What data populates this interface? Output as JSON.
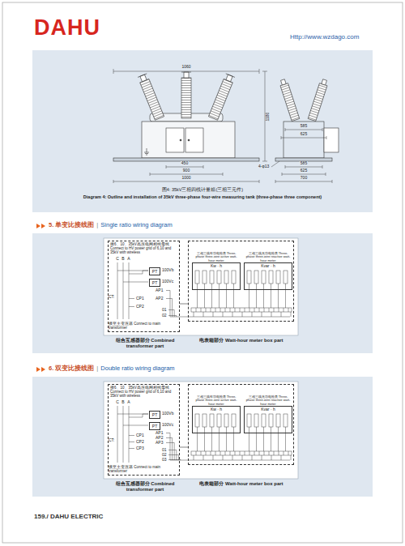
{
  "diagram": {
    "caption": "Diagram 4: Outline and installation of 35kV three-phase four-wire measuring tank (three-phase three component)",
    "nodes": [
      {
        "text": [
          "接6、10、35kV高压电网相线母线 Connect to HV power grid of 6,10 and 35kV with wireless",
          "组合互感器部分 Combined transformer part"
        ]
      },
      {
        "text": [
          "电表箱部分 Watt-hour meter box part"
        ]
      },
      {
        "text": [
          "三相三线有功电能表 Three-phase three-wire active watt-hour meter",
          "Kw · h"
        ],
        "in": 1
      },
      {
        "text": [
          "三相三线无功电能表 Three-phase three-wire reactive watt-hour meter",
          "Kvar · h"
        ],
        "in": 1
      },
      {
        "text": [
          "PT"
        ],
        "in": 0
      },
      {
        "text": [
          "PT"
        ],
        "in": 0
      },
      {
        "text": [
          "接6、10、35kV高压电网相线母线 Connect to HV power grid of 6,10 and 35kV with wireless",
          "组合互感器部分 Combined transformer part"
        ]
      },
      {
        "text": [
          "电表箱部分 Watt-hour meter box part"
        ]
      },
      {
        "text": [
          "三相三线有功电能表 Three-phase three-wire active watt-hour meter",
          "Kw · h"
        ],
        "in": 7
      },
      {
        "text": [
          "三相三线无功电能表 Three-phase three-wire reactive watt-hour meter",
          "Kvar · h"
        ],
        "in": 7
      },
      {
        "text": [
          "PT"
        ],
        "in": 6
      },
      {
        "text": [
          "PT"
        ],
        "in": 6
      }
    ],
    "edges": [
      {
        "from": 0,
        "to": 1,
        "arrow": "none"
      },
      {
        "from": 6,
        "to": 7,
        "arrow": "none"
      }
    ],
    "labels": [
      "DAHU",
      "Http://www.wzdago.com",
      "1060",
      "1180",
      "450",
      "900",
      "1000",
      "585",
      "625",
      "4-φ13",
      "585",
      "625",
      "700",
      "图4: 35kV三相四线计量箱(三相三元件)",
      "5. 单变比接线图",
      "|",
      "Single ratio wiring diagram",
      "C",
      "B",
      "A",
      "100Vb",
      "100Vc",
      "CT:",
      "AP1",
      "CP1",
      "AP2",
      "CP2",
      "01",
      "02",
      "接至主变压器 Connect to main transformer",
      "6. 双变比接线图",
      "|",
      "Double ratio wiring diagram",
      "C",
      "B",
      "A",
      "100Vb",
      "100Vc",
      "CT:",
      "AP1",
      "AP2",
      "AP3",
      "CP1",
      "CP2",
      "CP3",
      "01",
      "02",
      "03",
      "接至主变压器 Connect to main transformer",
      "159./ DAHU ELECTRIC"
    ]
  }
}
